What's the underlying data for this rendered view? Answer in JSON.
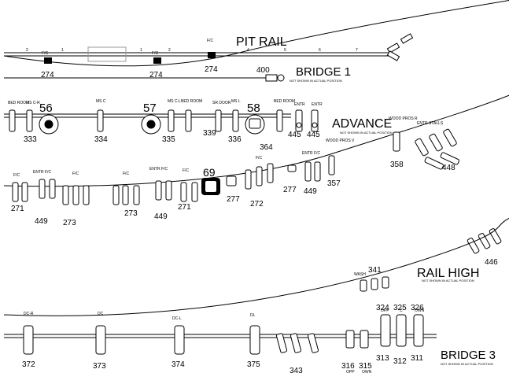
{
  "sections": {
    "pit_rail": "PIT RAIL",
    "bridge_1": "BRIDGE 1",
    "advance": "ADVANCE",
    "rail_high": "RAIL HIGH",
    "bridge_3": "BRIDGE 3"
  },
  "notes": {
    "not_shown": "NOT SHOWN IN ACTUAL POSITION"
  },
  "channels": {
    "c274a": "274",
    "c274b": "274",
    "c274c": "274",
    "c400": "400",
    "c56": "56",
    "c57": "57",
    "c58": "58",
    "c333": "333",
    "c334": "334",
    "c335": "335",
    "c339": "339",
    "c336": "336",
    "c364": "364",
    "c445a": "445",
    "c445b": "445",
    "c448": "448",
    "c358": "358",
    "c69": "69",
    "c271a": "271",
    "c271b": "271",
    "c449a": "449",
    "c449b": "449",
    "c449c": "449",
    "c273a": "273",
    "c273b": "273",
    "c277a": "277",
    "c277b": "277",
    "c272": "272",
    "c357": "357",
    "c446": "446",
    "c341": "341",
    "c372": "372",
    "c373": "373",
    "c374": "374",
    "c375": "375",
    "c343": "343",
    "c316": "316",
    "c315": "315",
    "c324": "324",
    "c325": "325",
    "c326": "326",
    "c313": "313",
    "c312": "312",
    "c311": "311"
  },
  "labels": {
    "fc": "F/C",
    "bed_room": "BED ROOM",
    "ms": "MS",
    "ms_c": "MS C",
    "ms_cr": "MS C-R",
    "ms_cl": "MS C-L",
    "ms_l": "MS L",
    "sr_door": "SR DOOR",
    "entr": "ENTR",
    "entr_fc": "ENTR F/C",
    "entr_stalls": "ENTR STALLS",
    "wood_pros": "WOOD PROS",
    "wood_pros_r": "WOOD PROS R",
    "wood_pros_v": "WOOD PROS V",
    "dc_r": "DC-R",
    "dc": "DC",
    "dc_l": "DC-L",
    "dl": "DL",
    "opp": "OPP",
    "own": "OWN",
    "c": "C",
    "wash": "WASH"
  }
}
